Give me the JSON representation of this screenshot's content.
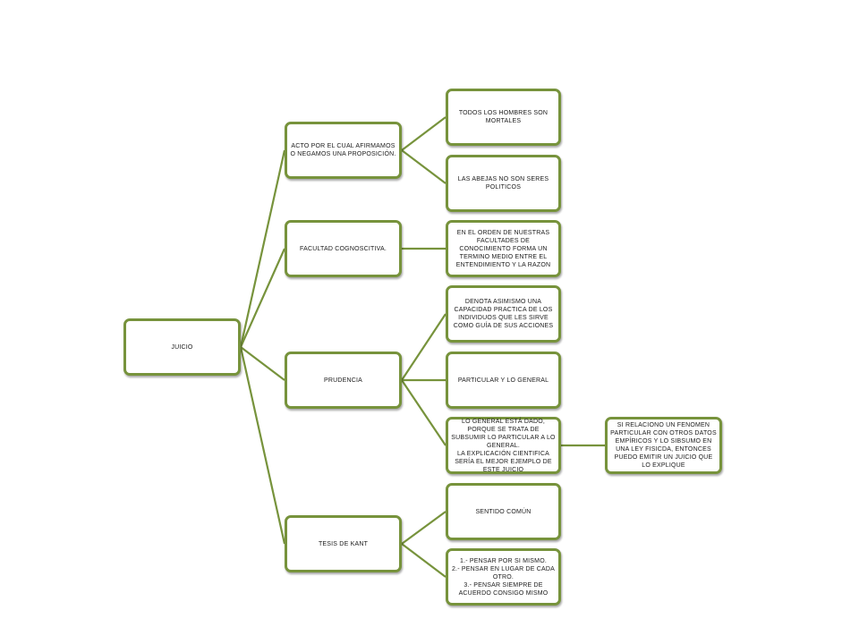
{
  "colors": {
    "border": "#77933c",
    "connector": "#77933c",
    "background": "#ffffff",
    "text": "#1a1a1a"
  },
  "nodes": {
    "root": {
      "text": "JUICIO"
    },
    "acto": {
      "text": "ACTO POR EL CUAL AFIRMAMOS O NEGAMOS UNA PROPOSICIÓN."
    },
    "todos": {
      "text": "TODOS LOS HOMBRES SON MORTALES"
    },
    "abejas": {
      "text": "LAS ABEJAS NO SON SERES POLITICOS"
    },
    "facultad": {
      "text": "FACULTAD COGNOSCITIVA."
    },
    "orden": {
      "text": "EN EL ORDEN DE NUESTRAS FACULTADES DE CONOCIMIENTO FORMA UN TERMINO MEDIO ENTRE EL ENTENDIMIENTO Y LA RAZON"
    },
    "prudencia": {
      "text": "PRUDENCIA"
    },
    "denota": {
      "text": "DENOTA ASIMISMO UNA CAPACIDAD PRACTICA DE LOS INDIVIDUOS QUE LES SIRVE COMO GUÍA DE SUS ACCIONES"
    },
    "particular": {
      "text": "PARTICULAR Y LO GENERAL"
    },
    "general": {
      "line1": "LO GENERAL ESTÁ DADO, PORQUE SE TRATA DE SUBSUMIR LO PARTICULAR A LO GENERAL.",
      "line2": "LA EXPLICACIÓN CIENTIFICA SERÍA EL MEJOR EJEMPLO DE ESTE JUICIO"
    },
    "relaciono": {
      "text": "SI RELACIONO UN FENOMEN PARTICULAR CON OTROS DATOS EMPÍRICOS Y LO SIBSUMO EN UNA LEY FISICDA, ENTONCES PUEDO EMITIR UN JUICIO QUE LO EXPLIQUE"
    },
    "tesis": {
      "text": "TESIS DE KANT"
    },
    "sentido": {
      "text": "SENTIDO COMÚN"
    },
    "pensar": {
      "line1": "1.- PENSAR POR SI MISMO.",
      "line2": "2.- PENSAR EN LUGAR DE CADA OTRO.",
      "line3": "3.- PENSAR SIEMPRE DE ACUERDO CONSIGO MISMO"
    }
  }
}
